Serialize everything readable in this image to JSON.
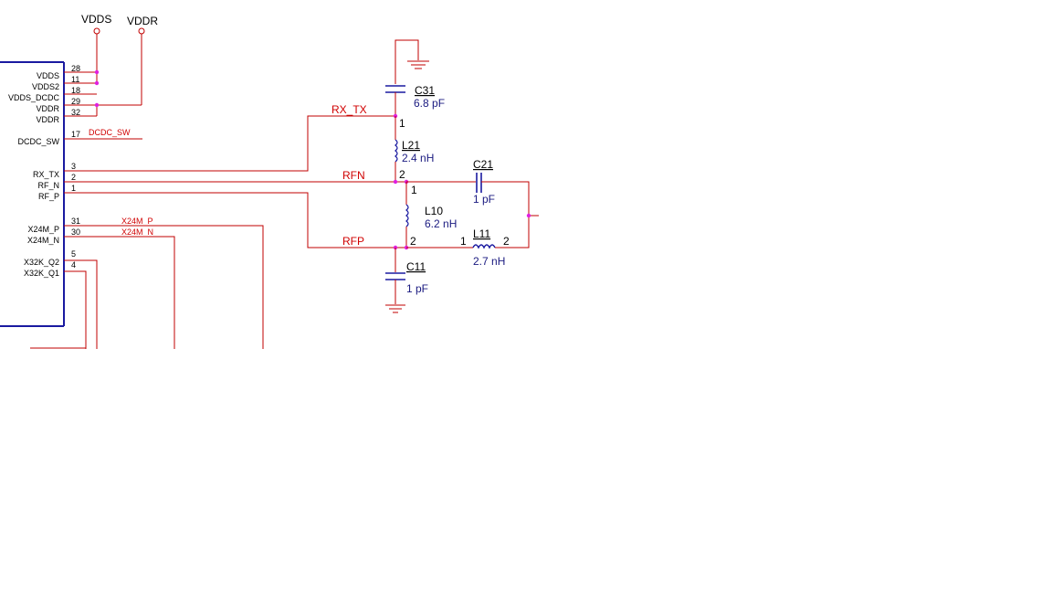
{
  "power": {
    "vdds": "VDDS",
    "vddr": "VDDR"
  },
  "ic": {
    "pins": [
      {
        "name": "VDDS",
        "num": "28"
      },
      {
        "name": "VDDS2",
        "num": "11"
      },
      {
        "name": "VDDS_DCDC",
        "num": "18"
      },
      {
        "name": "VDDR",
        "num": "29"
      },
      {
        "name": "VDDR",
        "num": "32"
      },
      {
        "name": "DCDC_SW",
        "num": "17"
      },
      {
        "name": "RX_TX",
        "num": "3"
      },
      {
        "name": "RF_N",
        "num": "2"
      },
      {
        "name": "RF_P",
        "num": "1"
      },
      {
        "name": "X24M_P",
        "num": "31"
      },
      {
        "name": "X24M_N",
        "num": "30"
      },
      {
        "name": "X32K_Q2",
        "num": "5"
      },
      {
        "name": "X32K_Q1",
        "num": "4"
      }
    ]
  },
  "nets": {
    "dcdc_sw": "DCDC_SW",
    "x24m_p": "X24M_P",
    "x24m_n": "X24M_N",
    "rx_tx": "RX_TX",
    "rfn": "RFN",
    "rfp": "RFP"
  },
  "components": {
    "c31": {
      "ref": "C31",
      "value": "6.8 pF"
    },
    "l21": {
      "ref": "L21",
      "value": "2.4 nH",
      "pin1": "1",
      "pin2": "2"
    },
    "c21": {
      "ref": "C21",
      "value": "1 pF"
    },
    "l10": {
      "ref": "L10",
      "value": "6.2 nH",
      "pin1": "1",
      "pin2": "2"
    },
    "l11": {
      "ref": "L11",
      "value": "2.7 nH",
      "pin1": "1",
      "pin2": "2"
    },
    "c11": {
      "ref": "C11",
      "value": "1 pF"
    }
  },
  "colors": {
    "wire": "#c00000",
    "component": "#1a1aa0",
    "junction": "#e020e0",
    "net_label": "#d00000"
  }
}
